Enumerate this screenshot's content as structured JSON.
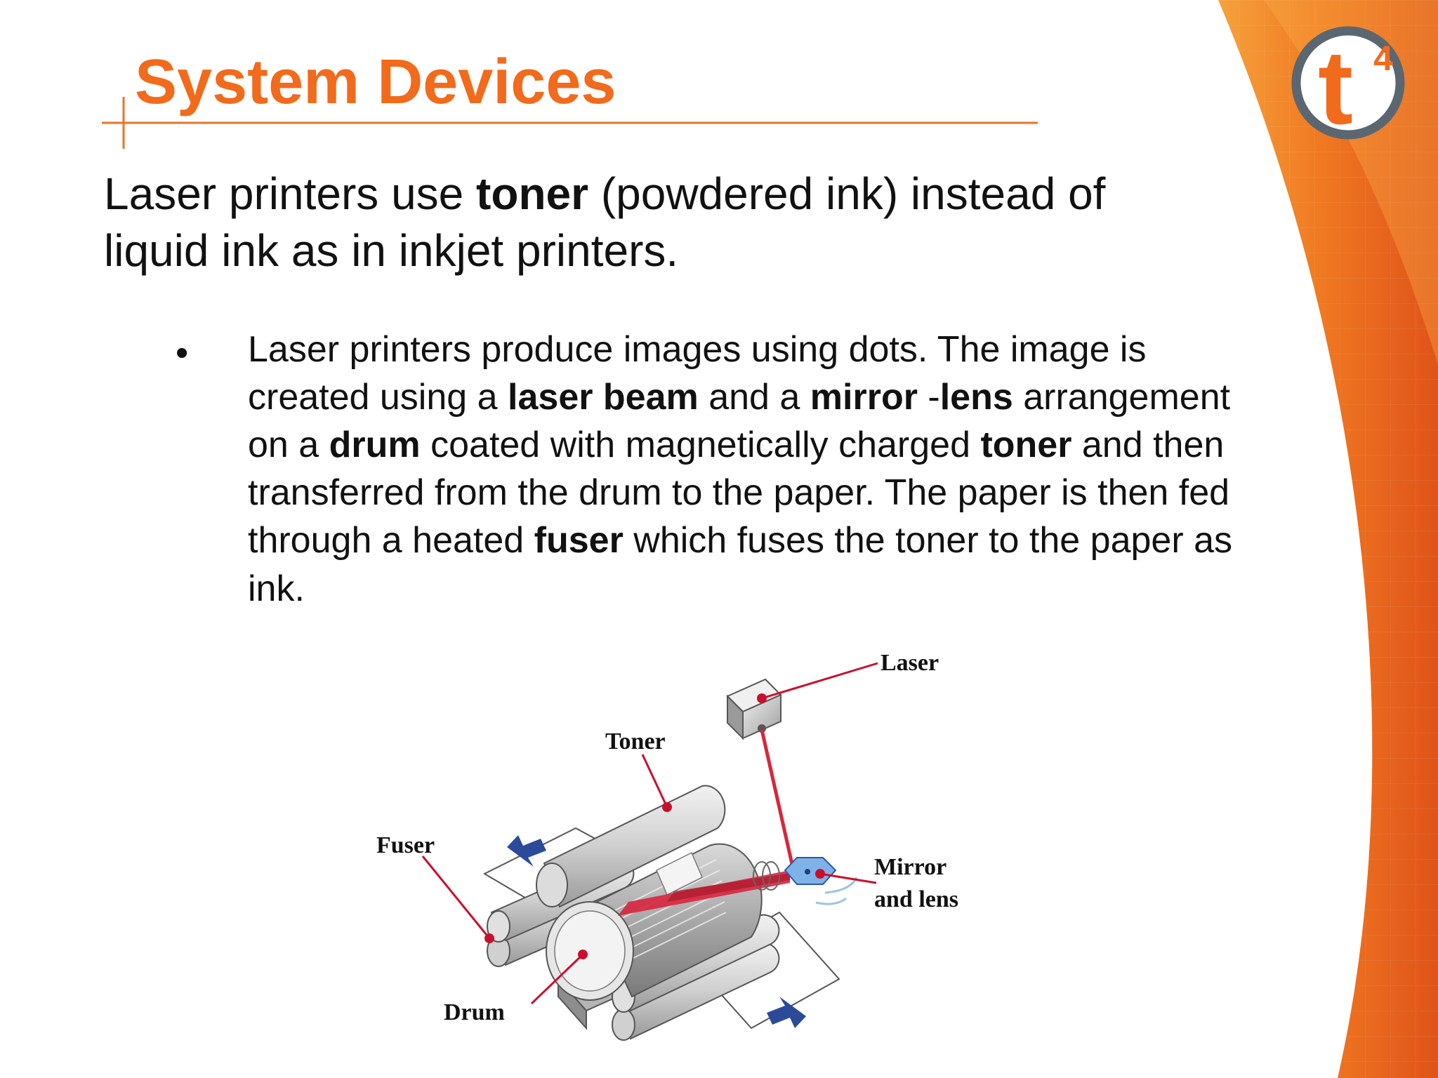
{
  "slide": {
    "title": "System Devices",
    "logo_text": "t",
    "logo_superscript": "4"
  },
  "intro": {
    "part1": "Laser printers use ",
    "bold1": "toner",
    "part2": " (powdered ink) instead of liquid ink as in inkjet printers."
  },
  "bullet": {
    "marker": "•",
    "segments": [
      {
        "text": "Laser printers produce images using dots. The image is created using a ",
        "bold": false
      },
      {
        "text": "laser beam",
        "bold": true
      },
      {
        "text": " and a ",
        "bold": false
      },
      {
        "text": "mirror",
        "bold": true
      },
      {
        "text": " -",
        "bold": false
      },
      {
        "text": "lens",
        "bold": true
      },
      {
        "text": " arrangement on a ",
        "bold": false
      },
      {
        "text": "drum",
        "bold": true
      },
      {
        "text": " coated with magnetically charged ",
        "bold": false
      },
      {
        "text": "toner",
        "bold": true
      },
      {
        "text": " and then transferred from the drum to the paper. The paper is then fed through a heated ",
        "bold": false
      },
      {
        "text": "fuser",
        "bold": true
      },
      {
        "text": " which fuses the toner to the paper as ink.",
        "bold": false
      }
    ]
  },
  "diagram": {
    "labels": {
      "laser": "Laser",
      "toner": "Toner",
      "fuser": "Fuser",
      "mirror_line1": "Mirror",
      "mirror_line2": "and lens",
      "drum": "Drum"
    }
  },
  "colors": {
    "title": "#f26a1b",
    "accent_line": "#e8752a",
    "leader_line": "#c8102e",
    "beam": "#d7263d",
    "arrow": "#2c4a9a",
    "logo_ring": "#5b6770",
    "logo_t": "#f26a1b",
    "deco_orange": "#f07a22"
  }
}
